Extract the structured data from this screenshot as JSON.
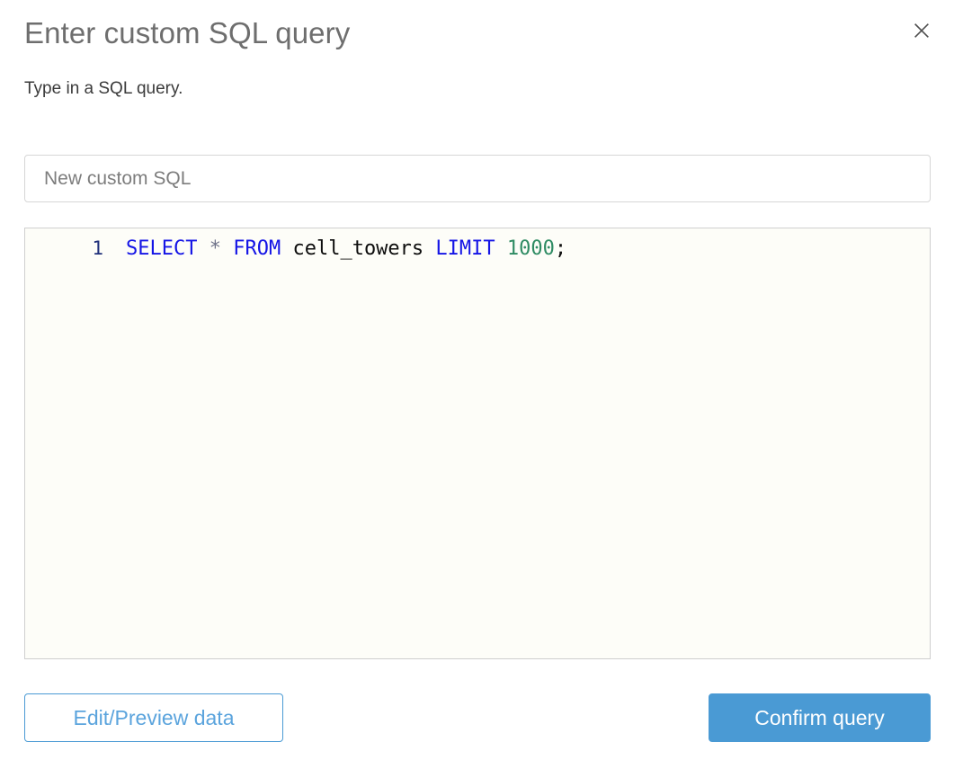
{
  "dialog": {
    "title": "Enter custom SQL query",
    "subtitle": "Type in a SQL query.",
    "close_icon": "close-icon"
  },
  "name_field": {
    "value": "",
    "placeholder": "New custom SQL"
  },
  "editor": {
    "lines": [
      {
        "number": "1",
        "tokens": [
          {
            "text": "SELECT",
            "type": "keyword"
          },
          {
            "text": " ",
            "type": "plain"
          },
          {
            "text": "*",
            "type": "operator"
          },
          {
            "text": " ",
            "type": "plain"
          },
          {
            "text": "FROM",
            "type": "keyword"
          },
          {
            "text": " ",
            "type": "plain"
          },
          {
            "text": "cell_towers",
            "type": "identifier"
          },
          {
            "text": " ",
            "type": "plain"
          },
          {
            "text": "LIMIT",
            "type": "keyword"
          },
          {
            "text": " ",
            "type": "plain"
          },
          {
            "text": "1000",
            "type": "number"
          },
          {
            "text": ";",
            "type": "punctuation"
          }
        ]
      }
    ],
    "line_1_number": "1",
    "tok_select": "SELECT",
    "tok_star": "*",
    "tok_from": "FROM",
    "tok_table": "cell_towers",
    "tok_limit": "LIMIT",
    "tok_number": "1000",
    "tok_semicolon": ";",
    "space": " "
  },
  "footer": {
    "edit_preview_label": "Edit/Preview data",
    "confirm_label": "Confirm query"
  },
  "colors": {
    "title": "#6e6e6e",
    "subtitle": "#3b3b3b",
    "accent_blue": "#4a9ad4",
    "link_blue": "#5ba4dd",
    "keyword": "#1414e6",
    "number": "#2e8b63",
    "operator": "#70748a",
    "line_number": "#1f2f7a",
    "editor_bg": "#fdfdf8",
    "border": "#cfcfcf"
  }
}
